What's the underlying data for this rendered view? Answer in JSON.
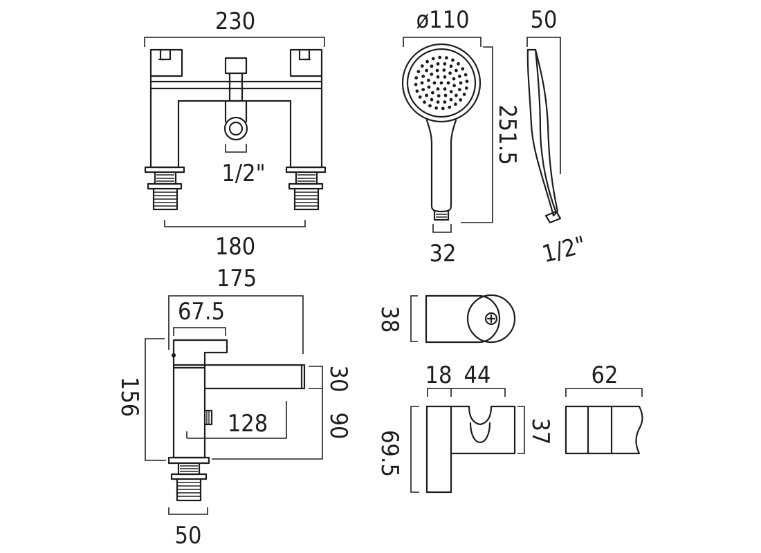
{
  "dimensions": {
    "faucet_front_width": "230",
    "faucet_front_center": "180",
    "faucet_front_inlet": "1/2\"",
    "handset_diameter": "ø110",
    "handset_length": "251.5",
    "handset_depth": "50",
    "handset_neck": "32",
    "handset_inlet": "1/2\"",
    "faucet_side_depth": "175",
    "faucet_side_lever": "67.5",
    "faucet_side_height": "156",
    "faucet_side_spout": "30",
    "faucet_side_spout_height": "90",
    "faucet_side_reach": "128",
    "faucet_side_base": "50",
    "bracket_top_height": "38",
    "bracket_width": "18",
    "bracket_depth": "44",
    "bracket_height": "69.5",
    "bracket_holder": "37",
    "bracket_side_width": "62"
  }
}
